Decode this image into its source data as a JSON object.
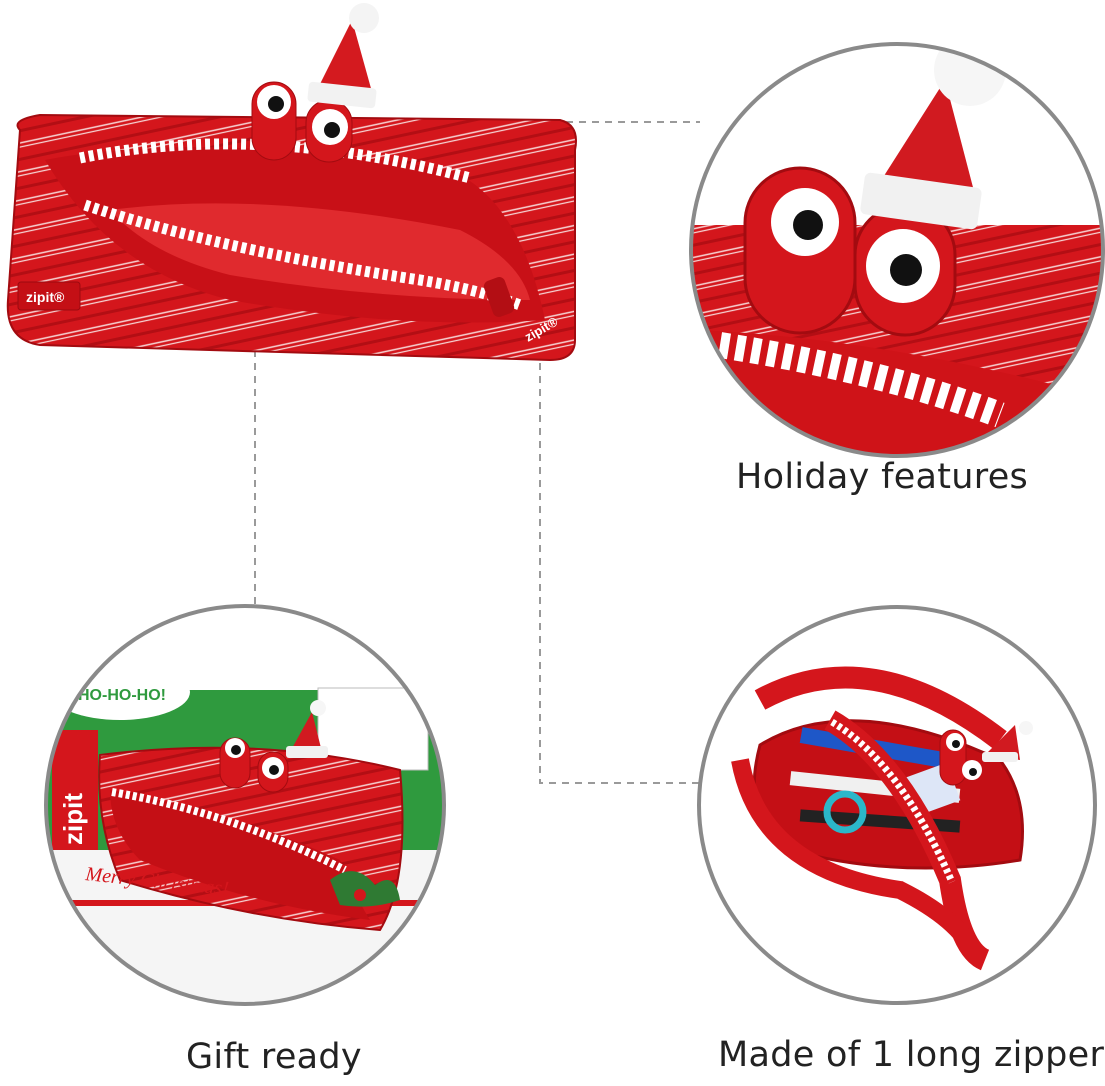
{
  "captions": {
    "holiday": "Holiday features",
    "gift": "Gift ready",
    "zipper": "Made of 1 long zipper"
  },
  "product": {
    "brand_mark": "zipit®",
    "package_greeting": "HO-HO-HO!",
    "package_brand": "zipit",
    "package_message": "Merry Christmas!"
  },
  "colors": {
    "pouch_red": "#d4161c",
    "pouch_dark": "#b10d13",
    "circle_border": "#8a8a8a",
    "connector": "#9a9a9a",
    "package_green": "#2f9a3e"
  }
}
